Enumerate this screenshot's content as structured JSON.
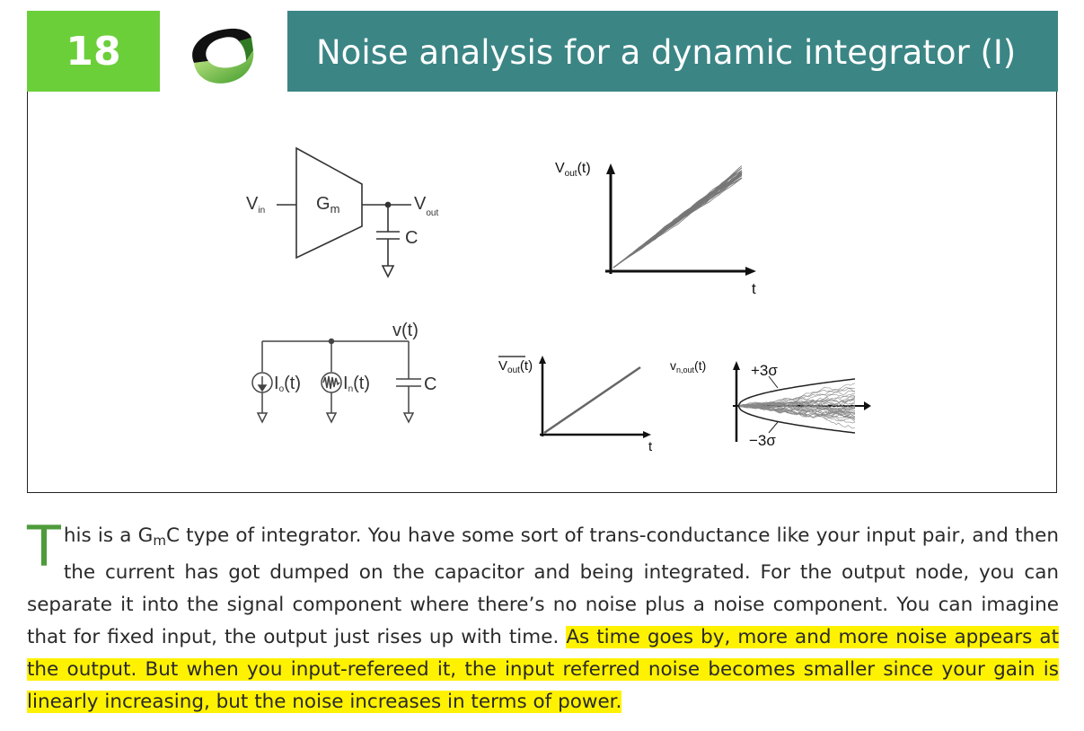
{
  "slide": {
    "number": "18",
    "title": "Noise analysis for a dynamic integrator (I)",
    "colors": {
      "number_bg": "#6bcf3a",
      "title_bg": "#3b8585",
      "highlight": "#fff200",
      "drop_cap": "#4e9b3c"
    },
    "logo_icon": "swirl-logo-icon"
  },
  "figure": {
    "circuit1": {
      "vin": "V",
      "vin_sub": "in",
      "gm": "G",
      "gm_sub": "m",
      "vout": "V",
      "vout_sub": "out",
      "cap": "C"
    },
    "circuit2": {
      "node": "v(t)",
      "src0": "I",
      "src0_sub": "o",
      "src0_arg": "(t)",
      "srcn": "I",
      "srcn_sub": "n",
      "srcn_arg": "(t)",
      "cap": "C"
    },
    "plot_vout": {
      "ylabel": "V",
      "ylabel_sub": "out",
      "ylabel_arg": "(t)",
      "xlabel": "t"
    },
    "plot_mean": {
      "ylabel": "V",
      "ylabel_sub": "out",
      "ylabel_arg": "(t)",
      "xlabel": "t"
    },
    "plot_noise": {
      "ylabel": "v",
      "ylabel_sub": "n,out",
      "ylabel_arg": "(t)",
      "upper": "+3σ",
      "lower": "−3σ"
    }
  },
  "caption": {
    "drop_cap": "T",
    "p1": "his is a G",
    "p1_sub": "m",
    "p2": "C type of integrator. You have some sort of trans-conductance like your input pair, and then the current has got dumped on the capacitor and being integrated. For the output node, you can separate it into the signal component where there’s no noise plus a noise component. You can imagine that for fixed input, the output just rises up with time. ",
    "highlight": "As time goes by, more and more noise appears at the output. But when you input-refereed it, the input referred noise becomes smaller since your gain is linearly increasing, but the noise increases in terms of power."
  }
}
